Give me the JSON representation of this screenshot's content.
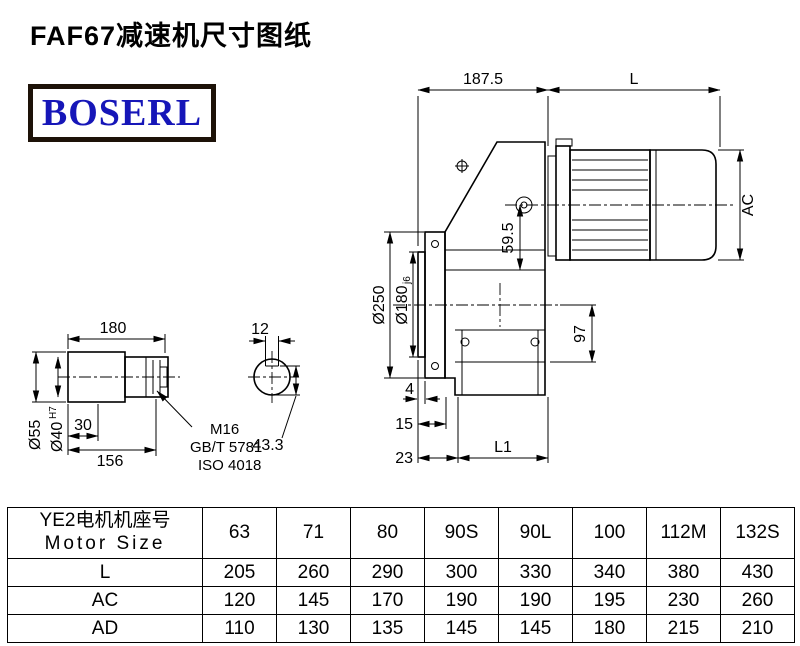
{
  "page": {
    "title": "FAF67减速机尺寸图纸",
    "logo_text": "BOSERL"
  },
  "drawing": {
    "labels": {
      "dim_187_5": "187.5",
      "dim_L": "L",
      "dim_AC": "AC",
      "dim_d250": "Ø250",
      "dim_d180": "Ø180",
      "dim_d180_tol": "j6",
      "dim_59_5": "59.5",
      "dim_97": "97",
      "dim_4": "4",
      "dim_15": "15",
      "dim_23": "23",
      "dim_L1": "L1",
      "dim_180": "180",
      "dim_12": "12",
      "dim_43_3": "43.3",
      "dim_d55": "Ø55",
      "dim_d40": "Ø40",
      "dim_d40_tol": "H7",
      "dim_30": "30",
      "dim_156": "156",
      "note_m16": "M16",
      "note_gbt": "GB/T 5781",
      "note_iso": "ISO 4018"
    }
  },
  "table": {
    "motor_size_cn": "YE2电机机座号",
    "motor_size_en": "Motor Size",
    "sizes": [
      "63",
      "71",
      "80",
      "90S",
      "90L",
      "100",
      "112M",
      "132S"
    ],
    "rows": [
      {
        "label": "L",
        "values": [
          "205",
          "260",
          "290",
          "300",
          "330",
          "340",
          "380",
          "430"
        ]
      },
      {
        "label": "AC",
        "values": [
          "120",
          "145",
          "170",
          "190",
          "190",
          "195",
          "230",
          "260"
        ]
      },
      {
        "label": "AD",
        "values": [
          "110",
          "130",
          "135",
          "145",
          "145",
          "180",
          "215",
          "210"
        ]
      }
    ]
  },
  "colors": {
    "logo_blue": "#1616b8",
    "logo_border": "#1d1208",
    "line_black": "#000000"
  }
}
